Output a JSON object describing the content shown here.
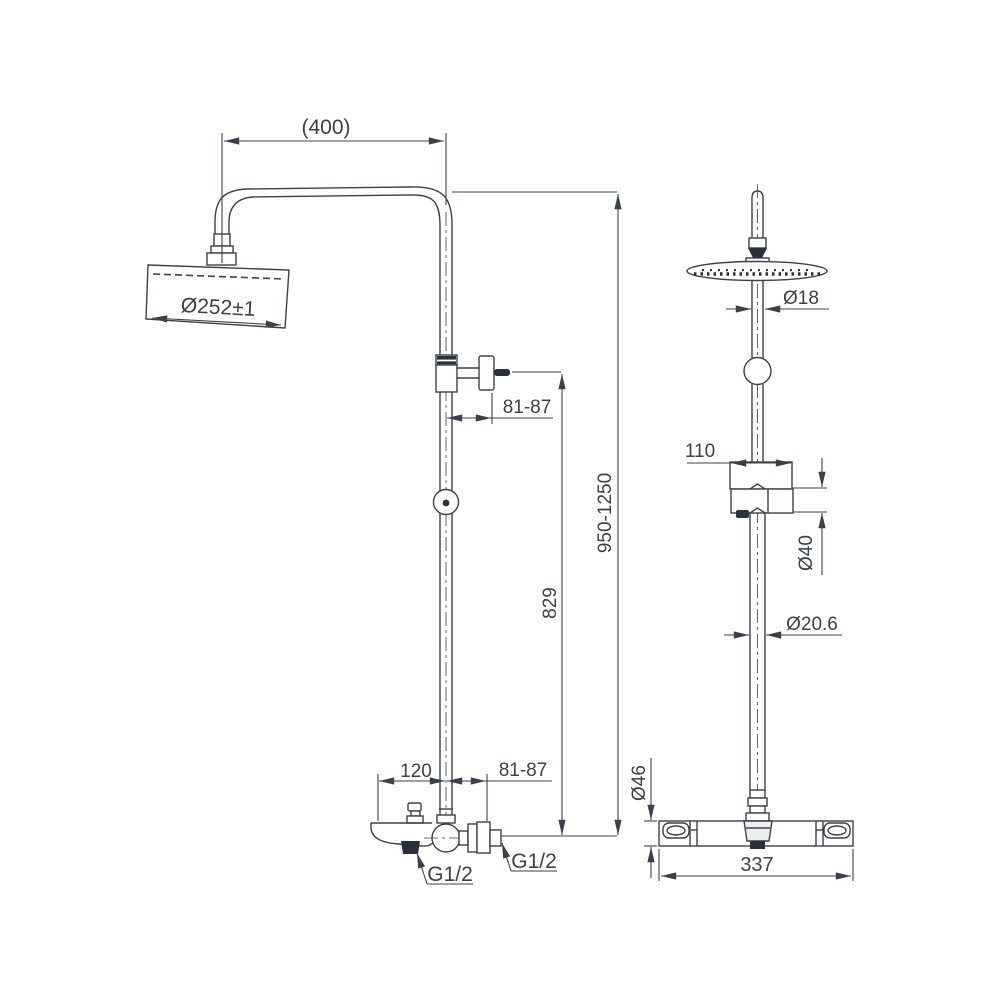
{
  "drawing": {
    "type": "technical-dimension-drawing",
    "subject": "shower-column-system",
    "background": "#ffffff",
    "line_color": "#3b414a",
    "labels": {
      "arm_reach": "(400)",
      "head_diameter": "Ø252±1",
      "slider_wall_offset": "81-87",
      "riser_height": "829",
      "overall_height": "950-1250",
      "spout_reach": "120",
      "valve_wall_offset": "81-87",
      "spout_outlet_thread": "G1/2",
      "inlet_thread": "G1/2",
      "upper_pipe_diameter": "Ø18",
      "slide_bracket_width": "110",
      "slide_bracket_diameter": "Ø40",
      "lower_pipe_diameter": "Ø20.6",
      "valve_body_diameter": "Ø46",
      "valve_bar_width": "337"
    }
  }
}
